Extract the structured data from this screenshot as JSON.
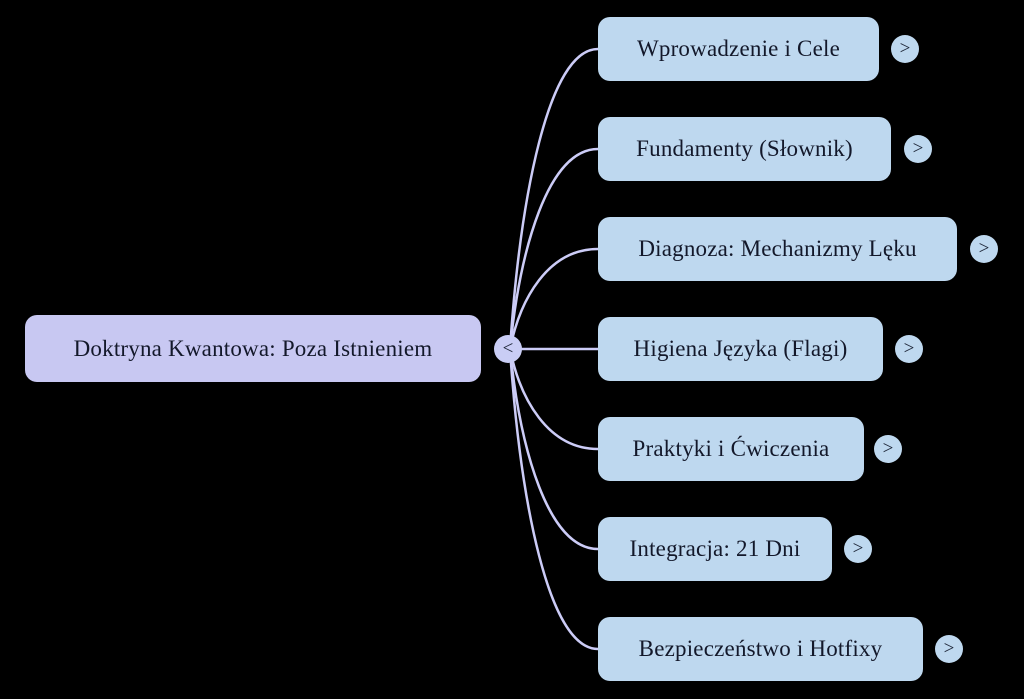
{
  "mindmap": {
    "root": {
      "label": "Doktryna Kwantowa: Poza Istnieniem",
      "toggle_glyph": "<"
    },
    "children": [
      {
        "label": "Wprowadzenie i Cele",
        "toggle_glyph": ">"
      },
      {
        "label": "Fundamenty (Słownik)",
        "toggle_glyph": ">"
      },
      {
        "label": "Diagnoza: Mechanizmy Lęku",
        "toggle_glyph": ">"
      },
      {
        "label": "Higiena Języka (Flagi)",
        "toggle_glyph": ">"
      },
      {
        "label": "Praktyki i Ćwiczenia",
        "toggle_glyph": ">"
      },
      {
        "label": "Integracja: 21 Dni",
        "toggle_glyph": ">"
      },
      {
        "label": "Bezpieczeństwo i Hotfixy",
        "toggle_glyph": ">"
      }
    ],
    "colors": {
      "background": "#000000",
      "root_fill": "#c8c8f2",
      "child_fill": "#bed8ef",
      "edge": "#ccccf7",
      "text": "#13182a"
    }
  }
}
